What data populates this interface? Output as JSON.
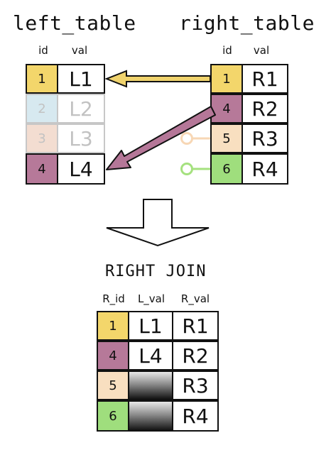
{
  "left_table": {
    "title": "left_table",
    "headers": [
      "id",
      "val"
    ],
    "rows": [
      {
        "id": "1",
        "val": "L1"
      },
      {
        "id": "2",
        "val": "L2"
      },
      {
        "id": "3",
        "val": "L3"
      },
      {
        "id": "4",
        "val": "L4"
      }
    ]
  },
  "right_table": {
    "title": "right_table",
    "headers": [
      "id",
      "val"
    ],
    "rows": [
      {
        "id": "1",
        "val": "R1"
      },
      {
        "id": "4",
        "val": "R2"
      },
      {
        "id": "5",
        "val": "R3"
      },
      {
        "id": "6",
        "val": "R4"
      }
    ]
  },
  "join": {
    "title": "RIGHT JOIN",
    "headers": [
      "R_id",
      "L_val",
      "R_val"
    ],
    "rows": [
      {
        "r_id": "1",
        "l_val": "L1",
        "r_val": "R1"
      },
      {
        "r_id": "4",
        "l_val": "L4",
        "r_val": "R2"
      },
      {
        "r_id": "5",
        "l_val": "",
        "r_val": "R3"
      },
      {
        "r_id": "6",
        "l_val": "",
        "r_val": "R4"
      }
    ]
  },
  "colors": {
    "id_1": "#f3d66b",
    "id_4": "#b67999",
    "id_5": "#f8dfc0",
    "id_6": "#9fde7d",
    "left_faded_2": "#d7e9f0",
    "left_faded_3": "#f3ddd1",
    "arrow_1": "#f0d36d",
    "arrow_4": "#b57798",
    "stub_5": "#f7d7b5",
    "stub_6": "#a5e17f"
  }
}
